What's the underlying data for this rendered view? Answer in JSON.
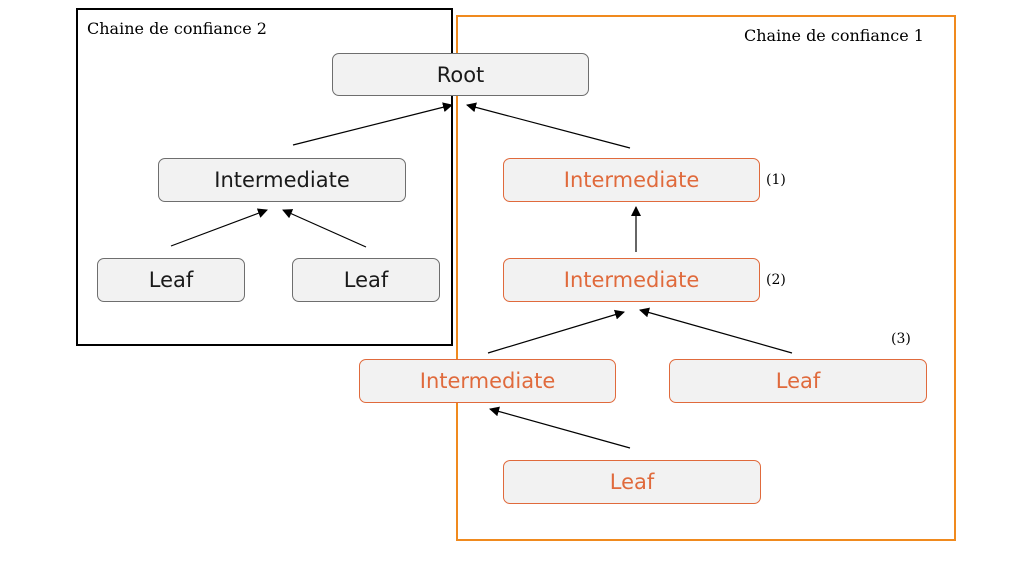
{
  "frames": {
    "chain_1": {
      "label": "Chaine de confiance 1",
      "color": "#f08a1e"
    },
    "chain_2": {
      "label": "Chaine de confiance 2",
      "color": "#000000"
    }
  },
  "nodes": {
    "root": "Root",
    "intermediate_left": "Intermediate",
    "leaf_left_1": "Leaf",
    "leaf_left_2": "Leaf",
    "intermediate_1": "Intermediate",
    "intermediate_2": "Intermediate",
    "intermediate_3": "Intermediate",
    "leaf_right": "Leaf",
    "leaf_bottom": "Leaf"
  },
  "notes": {
    "n1": "(1)",
    "n2": "(2)",
    "n3": "(3)"
  },
  "colors": {
    "accent": "#e06a3c",
    "node_fill": "#f2f2f2",
    "node_border": "#6e6e6e"
  }
}
